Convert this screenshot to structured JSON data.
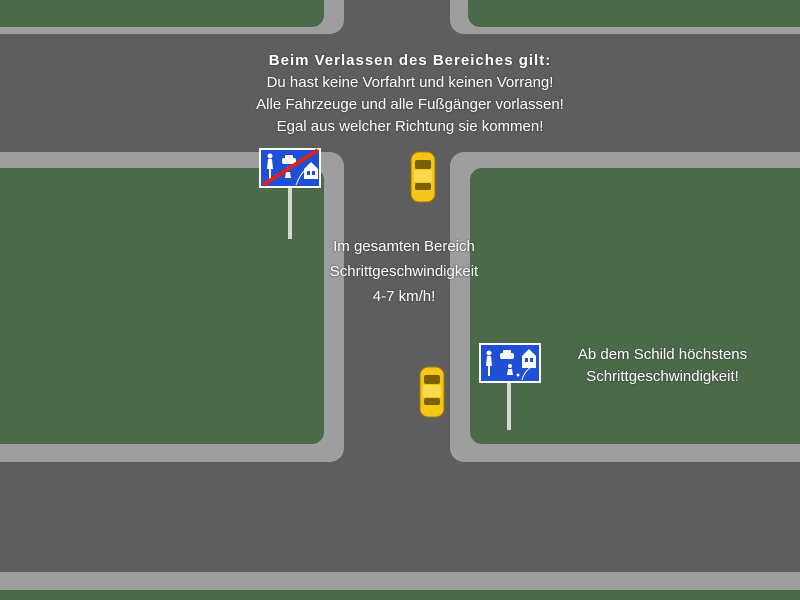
{
  "colors": {
    "grass": "#4a6a4a",
    "road": "#5e5e5e",
    "curb": "#9e9e9e",
    "sign_blue": "#1f4fd6",
    "car": "#f5c518",
    "text": "#ffffff"
  },
  "top_notice": {
    "heading": "Beim Verlassen des Bereiches gilt:",
    "line1": "Du hast keine Vorfahrt und keinen Vorrang!",
    "line2": "Alle Fahrzeuge und alle Fußgänger vorlassen!",
    "line3": "Egal aus welcher Richtung sie kommen!"
  },
  "center_notice": {
    "line1": "Im gesamten Bereich",
    "line2": "Schrittgeschwindigkeit",
    "line3": "4-7 km/h!"
  },
  "right_notice": {
    "line1": "Ab dem Schild höchstens",
    "line2": "Schrittgeschwindigkeit!"
  },
  "signs": [
    {
      "meaning": "Ende verkehrsberuhigter Bereich",
      "icon": "end-traffic-calmed-zone-sign"
    },
    {
      "meaning": "Beginn verkehrsberuhigter Bereich",
      "icon": "traffic-calmed-zone-sign"
    }
  ],
  "cars": [
    {
      "icon": "car-icon",
      "direction": "oncoming"
    },
    {
      "icon": "car-icon",
      "direction": "entering"
    }
  ]
}
